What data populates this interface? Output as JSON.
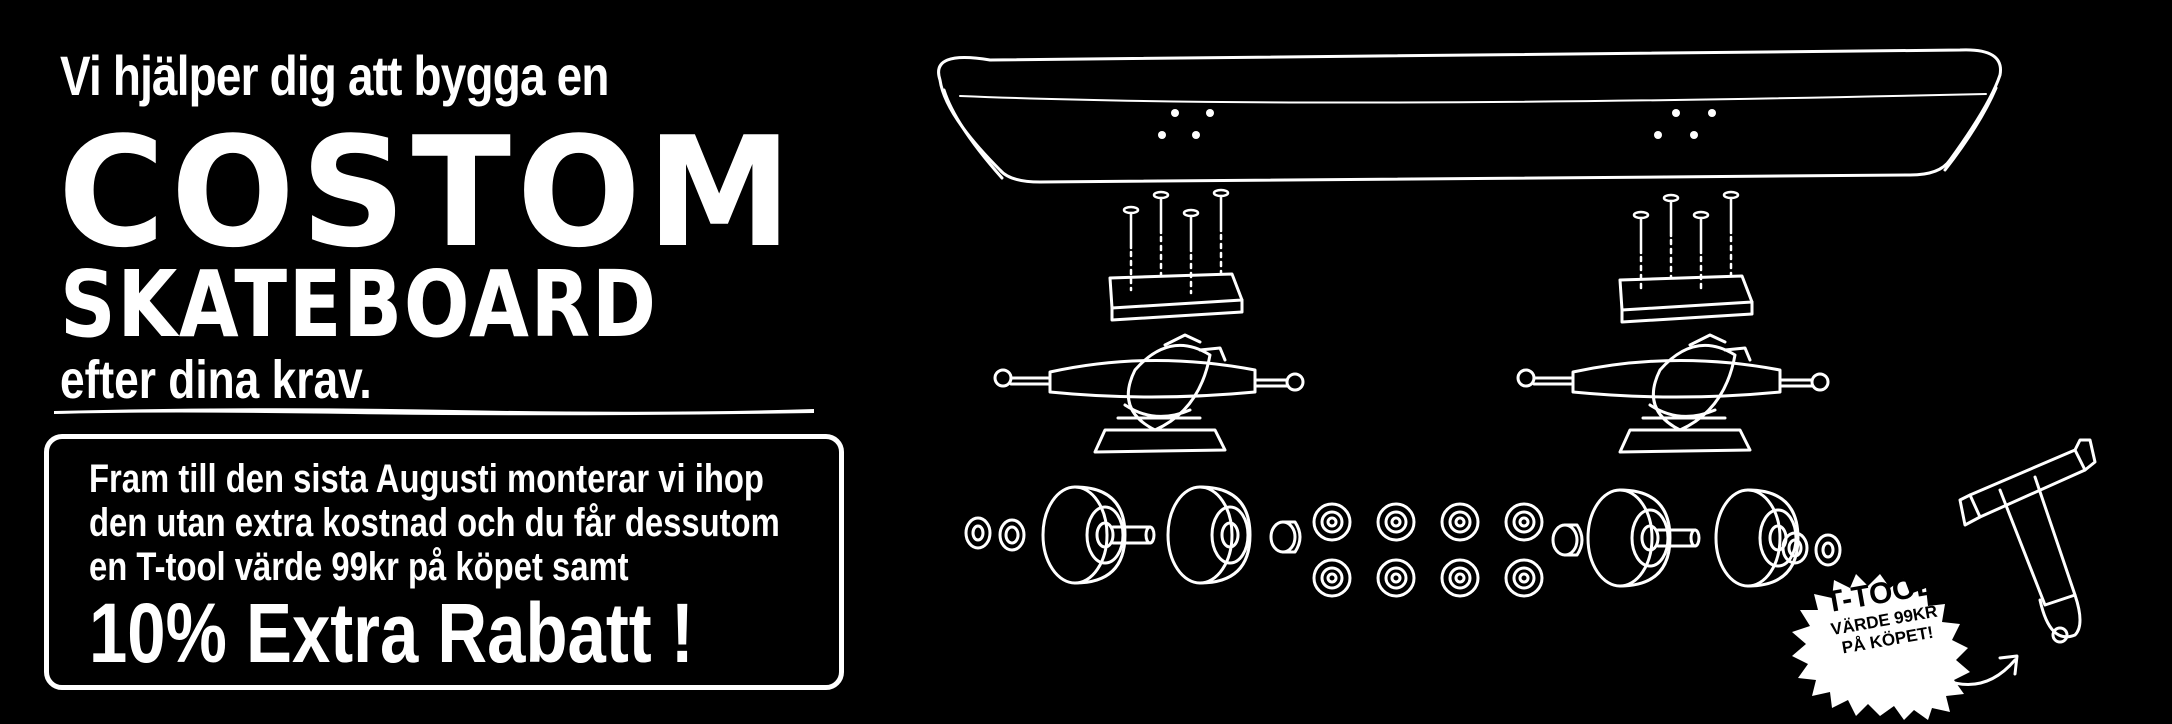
{
  "headline": {
    "intro": "Vi hjälper dig att bygga en",
    "word1": "COSTOM",
    "word2": "SKATEBOARD",
    "outro": "efter dina krav."
  },
  "offer": {
    "line1": "Fram till den sista Augusti monterar vi ihop",
    "line2": "den utan extra kostnad och du får dessutom",
    "line3": "en T-tool värde 99kr på köpet samt",
    "highlight": "10% Extra Rabatt !"
  },
  "badge": {
    "title": "T-TOOL",
    "line1": "VÄRDE 99KR",
    "line2": "PÅ KÖPET!"
  },
  "colors": {
    "background": "#000000",
    "foreground": "#ffffff"
  }
}
